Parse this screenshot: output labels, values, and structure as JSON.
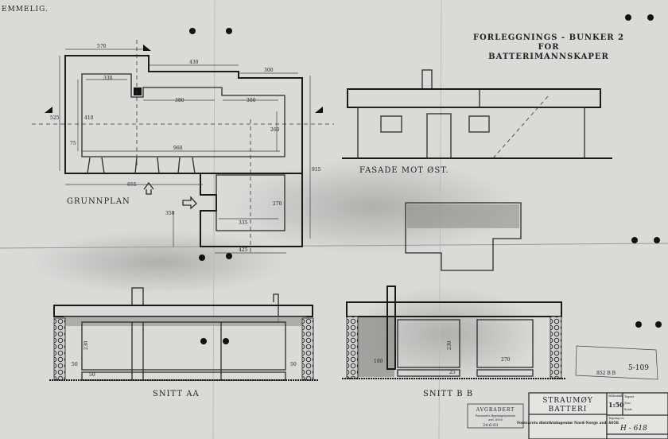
{
  "header": {
    "classification": "EMMELIG.",
    "title_line1": "FORLEGGNINGS - BUNKER 2",
    "title_line2": "FOR",
    "title_line3": "BATTERIMANNSKAPER"
  },
  "views": {
    "plan_label": "GRUNNPLAN",
    "facade_label": "FASADE MOT ØST.",
    "section_a_label": "SNITT AA",
    "section_b_label": "SNITT B B"
  },
  "plan_dimensions": {
    "d1": "570",
    "d2": "430",
    "d3": "300",
    "d4": "330",
    "d5": "380",
    "d6": "300",
    "d7": "525",
    "d8": "410",
    "d9": "260",
    "d10": "960",
    "d11": "655",
    "d12": "915",
    "d13": "350",
    "d14": "335",
    "d15": "270",
    "d16": "425",
    "d17": "75"
  },
  "section_dimensions": {
    "a_height": "230",
    "a_left": "50",
    "a_right": "50",
    "a_bottom": "50",
    "b_height": "230",
    "b_width": "270",
    "b_left": "180",
    "b_bottom": "25"
  },
  "stamp": {
    "title": "AVGRADERT",
    "line1": "Forsvarets Bygningstjeneste",
    "line2": "avd. 6058",
    "date": "24-6-93"
  },
  "title_block": {
    "project_line1": "STRAUMØY",
    "project_line2": "BATTERI",
    "scale_label": "Målestokk",
    "scale": "1:50",
    "office": "Forsvarets distriktsingeniør Nord-Norge avd. 6058",
    "drawing_no_label": "Tegning nr.",
    "drawing_no": "H - 618",
    "row1": "Tegnet",
    "row2": "Trac.",
    "row3": "Kontr."
  },
  "archive_note": {
    "number": "5-109",
    "ref": "852 B B"
  }
}
